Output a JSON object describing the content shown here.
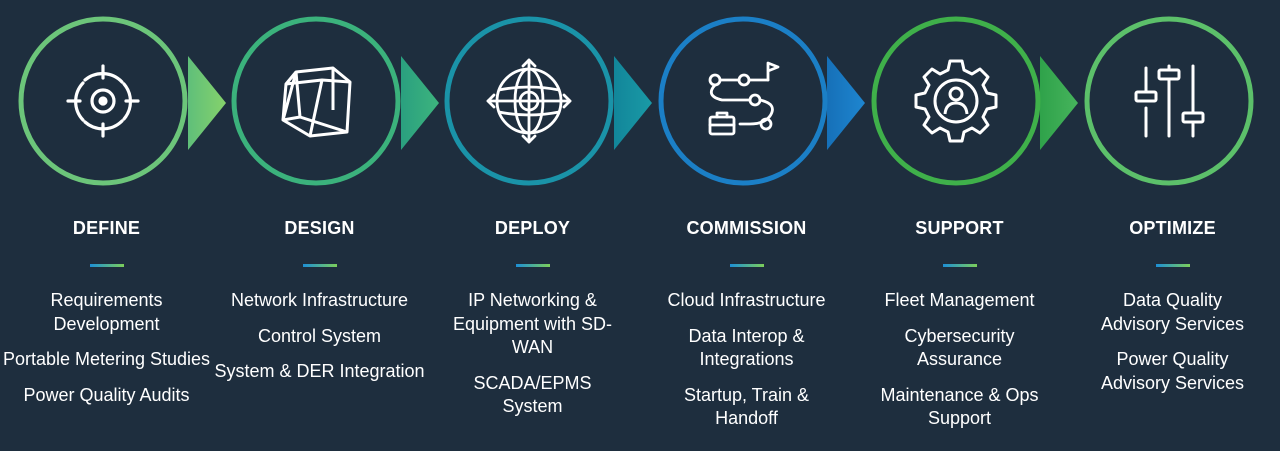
{
  "colors": {
    "background": "#1e2e3e",
    "ring_define": "#6cc57a",
    "ring_design": "#3bb27c",
    "ring_deploy": "#1a93a8",
    "ring_commission": "#1b7fc6",
    "ring_support": "#3fb04a",
    "ring_optimize": "#5cc06a",
    "text": "#ffffff"
  },
  "stages": [
    {
      "title": "DEFINE",
      "icon": "target-crosshair-icon",
      "items": [
        "Requirements Development",
        "Portable Metering Studies",
        "Power Quality Audits"
      ]
    },
    {
      "title": "DESIGN",
      "icon": "wireframe-cube-icon",
      "items": [
        "Network Infrastructure",
        "Control System",
        "System & DER Integration"
      ]
    },
    {
      "title": "DEPLOY",
      "icon": "globe-arrows-icon",
      "items": [
        "IP Networking & Equipment with SD-WAN",
        "SCADA/EPMS System"
      ]
    },
    {
      "title": "COMMISSION",
      "icon": "route-path-icon",
      "items": [
        "Cloud Infrastructure",
        "Data Interop & Integrations",
        "Startup, Train & Handoff"
      ]
    },
    {
      "title": "SUPPORT",
      "icon": "gear-user-icon",
      "items": [
        "Fleet Management",
        "Cybersecurity Assurance",
        "Maintenance & Ops Support"
      ]
    },
    {
      "title": "OPTIMIZE",
      "icon": "sliders-icon",
      "items": [
        "Data Quality Advisory Services",
        "Power Quality Advisory Services"
      ]
    }
  ]
}
